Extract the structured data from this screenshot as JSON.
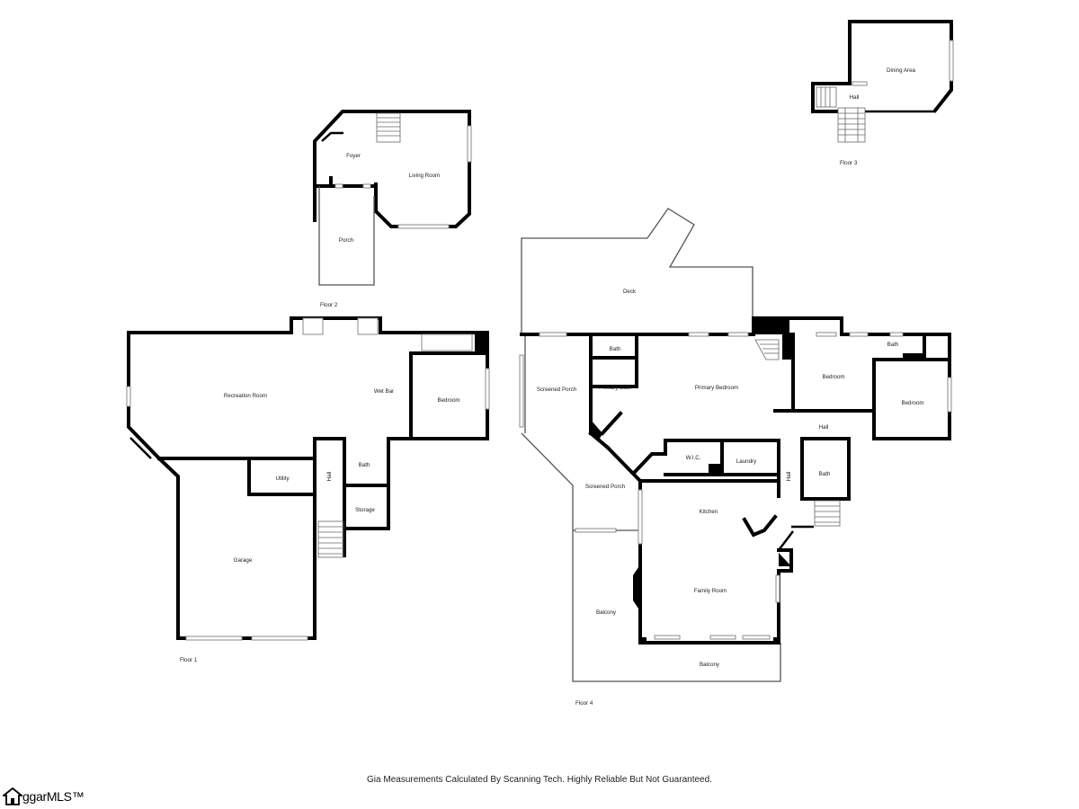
{
  "floors": {
    "floor1": "Floor 1",
    "floor2": "Floor 2",
    "floor3": "Floor 3",
    "floor4": "Floor 4"
  },
  "rooms": {
    "foyer": "Foyer",
    "living_room": "Living Room",
    "porch": "Porch",
    "hall_f3": "Hall",
    "dining_area": "Dining Area",
    "recreation_room": "Recreation Room",
    "wet_bar": "Wet Bar",
    "bedroom_f1": "Bedroom",
    "utility": "Utility",
    "hall_f1": "Hall",
    "bath_f1": "Bath",
    "storage": "Storage",
    "garage": "Garage",
    "deck": "Deck",
    "screened_porch_upper": "Screened Porch",
    "bath_primary": "Bath",
    "primary_bath": "Primary Bath",
    "primary_bedroom": "Primary Bedroom",
    "bedroom_f4_a": "Bedroom",
    "bath_f4_a": "Bath",
    "bedroom_f4_b": "Bedroom",
    "hall_f4_a": "Hall",
    "wic": "W.I.C.",
    "laundry": "Laundry",
    "hall_f4_b": "Hall",
    "bath_f4_b": "Bath",
    "screened_porch_lower": "Screened Porch",
    "kitchen": "Kitchen",
    "family_room": "Family Room",
    "balcony_left": "Balcony",
    "balcony_bottom": "Balcony"
  },
  "footer": {
    "disclaimer": "Gia Measurements Calculated By Scanning Tech. Highly Reliable But Not Guaranteed.",
    "logo_text": "ggarMLS™"
  }
}
